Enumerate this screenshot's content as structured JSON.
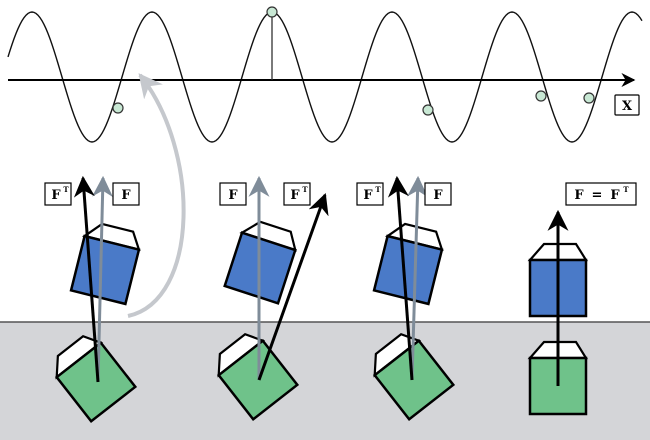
{
  "axis": {
    "label": "X"
  },
  "labels": {
    "f": "F",
    "ft_base": "F",
    "ft_sup": "T",
    "equal_lhs": "F",
    "equal_sign": "=",
    "equal_rhs_base": "F",
    "equal_rhs_sup": "T"
  },
  "colors": {
    "ground": "#d4d5d8",
    "blue_cube": "#4a7ac8",
    "green_cube": "#6fc28a",
    "gray_arrow": "#7f8c99",
    "black_arrow": "#000000",
    "curved_arrow": "#c5c8cd",
    "marker": "#c8e8d4"
  },
  "icons": [
    "wave-curve",
    "x-axis-arrow",
    "force-arrow",
    "curved-return-arrow",
    "cube"
  ]
}
